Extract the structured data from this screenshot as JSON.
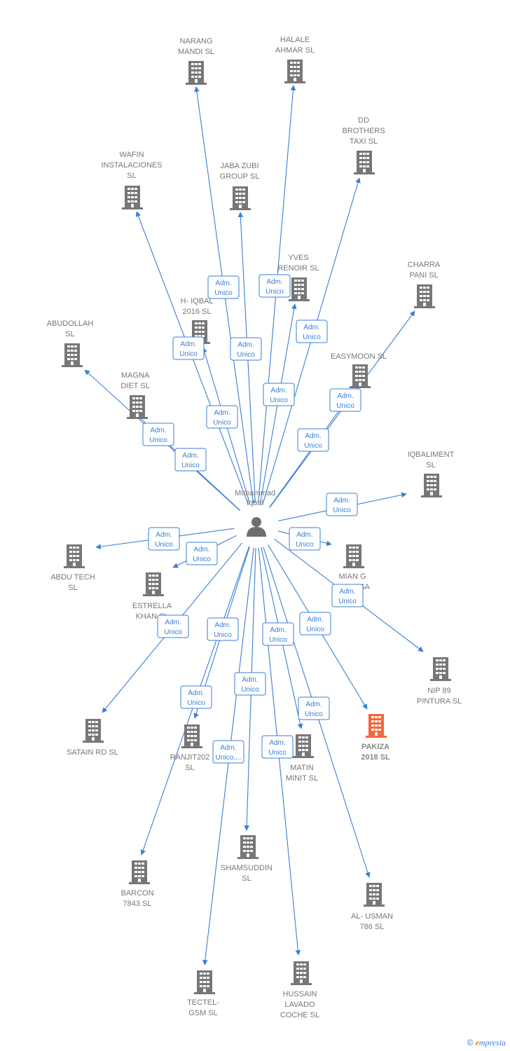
{
  "colors": {
    "edge": "#3a7fd5",
    "building": "#777777",
    "highlight": "#f4683c",
    "person": "#6e6e6e"
  },
  "center": {
    "label": [
      "Muhammad",
      "Iqbal"
    ],
    "icon": "person-icon"
  },
  "nodes": [
    {
      "id": "narang-mandi",
      "label": [
        "NARANG",
        "MANDI  SL"
      ]
    },
    {
      "id": "halale-ahmar",
      "label": [
        "HALALE",
        "AHMAR  SL"
      ]
    },
    {
      "id": "dd-brothers-taxi",
      "label": [
        "DD",
        "BROTHERS",
        "TAXI  SL"
      ]
    },
    {
      "id": "wafin-instalaciones",
      "label": [
        "WAFIN",
        "INSTALACIONES",
        "SL"
      ]
    },
    {
      "id": "jaba-zubi-group",
      "label": [
        "JABA ZUBI",
        "GROUP  SL"
      ]
    },
    {
      "id": "yves-renoir",
      "label": [
        "YVES",
        "RENOIR SL"
      ]
    },
    {
      "id": "charra-pani",
      "label": [
        "CHARRA",
        "PANI  SL"
      ]
    },
    {
      "id": "h-iqbal-2016",
      "label": [
        "H- IQBAL",
        "2016  SL"
      ]
    },
    {
      "id": "abudollah",
      "label": [
        "ABUDOLLAH",
        "SL"
      ]
    },
    {
      "id": "easymoon",
      "label": [
        "EASYMOON  SL"
      ]
    },
    {
      "id": "magna-diet",
      "label": [
        "MAGNA",
        "DIET  SL"
      ]
    },
    {
      "id": "iqbaliment",
      "label": [
        "IQBALIMENT",
        "SL"
      ]
    },
    {
      "id": "abdu-tech",
      "label": [
        "ABDU TECH",
        "SL"
      ]
    },
    {
      "id": "estrella-khan",
      "label": [
        "ESTRELLA",
        "KHAN  SL"
      ]
    },
    {
      "id": "mian-g",
      "label": [
        "MIAN G",
        "HALALSA",
        "SL"
      ]
    },
    {
      "id": "nip-89-pintura",
      "label": [
        "NIP 89",
        "PINTURA  SL"
      ]
    },
    {
      "id": "satain-rd",
      "label": [
        "SATAIN RD  SL"
      ]
    },
    {
      "id": "ranjit202",
      "label": [
        "RANJIT202",
        "SL"
      ]
    },
    {
      "id": "matin-minit",
      "label": [
        "MATIN",
        "MINIT  SL"
      ]
    },
    {
      "id": "pakiza-2018",
      "label": [
        "PAKIZA",
        "2018  SL"
      ],
      "highlight": true
    },
    {
      "id": "barcon-7843",
      "label": [
        "BARCON",
        "7843  SL"
      ]
    },
    {
      "id": "shamsuddin",
      "label": [
        "SHAMSUDDIN",
        "SL"
      ]
    },
    {
      "id": "al-usman-786",
      "label": [
        "AL- USMAN",
        "786 SL"
      ]
    },
    {
      "id": "tectel-gsm",
      "label": [
        "TECTEL-",
        "GSM  SL"
      ]
    },
    {
      "id": "hussain-lavado-coche",
      "label": [
        "HUSSAIN",
        "LAVADO",
        "COCHE  SL"
      ]
    }
  ],
  "edges": [
    {
      "to": "narang-mandi",
      "label": [
        "Adm.",
        "Unico"
      ]
    },
    {
      "to": "halale-ahmar",
      "label": [
        "Adm.",
        "Unico"
      ]
    },
    {
      "to": "dd-brothers-taxi",
      "label": [
        "Adm.",
        "Unico"
      ]
    },
    {
      "to": "wafin-instalaciones",
      "label": [
        "Adm.",
        "Unico"
      ]
    },
    {
      "to": "jaba-zubi-group",
      "label": [
        "Adm.",
        "Unico"
      ]
    },
    {
      "to": "yves-renoir",
      "label": [
        "Adm.",
        "Unico"
      ]
    },
    {
      "to": "charra-pani",
      "label": [
        "Adm.",
        "Unico"
      ]
    },
    {
      "to": "h-iqbal-2016",
      "label": [
        "Adm.",
        "Unico"
      ]
    },
    {
      "to": "abudollah",
      "label": [
        "Adm.",
        "Unico"
      ]
    },
    {
      "to": "easymoon",
      "label": [
        "Adm.",
        "Unico"
      ]
    },
    {
      "to": "magna-diet",
      "label": [
        "Adm.",
        "Unico"
      ]
    },
    {
      "to": "iqbaliment",
      "label": [
        "Adm.",
        "Unico"
      ]
    },
    {
      "to": "abdu-tech",
      "label": [
        "Adm.",
        "Unico"
      ]
    },
    {
      "to": "estrella-khan",
      "label": [
        "Adm.",
        "Unico"
      ]
    },
    {
      "to": "mian-g",
      "label": [
        "Adm.",
        "Unico"
      ]
    },
    {
      "to": "nip-89-pintura",
      "label": [
        "Adm.",
        "Unico"
      ]
    },
    {
      "to": "satain-rd",
      "label": [
        "Adm.",
        "Unico"
      ]
    },
    {
      "to": "ranjit202",
      "label": [
        "Adm.",
        "Unico"
      ]
    },
    {
      "to": "matin-minit",
      "label": [
        "Adm.",
        "Unico"
      ]
    },
    {
      "to": "pakiza-2018",
      "label": [
        "Adm.",
        "Unico"
      ]
    },
    {
      "to": "barcon-7843",
      "label": [
        "Adm.",
        "Unico"
      ]
    },
    {
      "to": "shamsuddin",
      "label": [
        "Adm.",
        "Unico"
      ]
    },
    {
      "to": "al-usman-786",
      "label": [
        "Adm.",
        "Unico"
      ]
    },
    {
      "to": "tectel-gsm",
      "label": [
        "Adm.",
        "Unico,..."
      ]
    },
    {
      "to": "hussain-lavado-coche",
      "label": [
        "Adm.",
        "Unico"
      ]
    }
  ],
  "footer": {
    "copyright": "©",
    "brand_first": "e",
    "brand_rest": "mpresia"
  }
}
